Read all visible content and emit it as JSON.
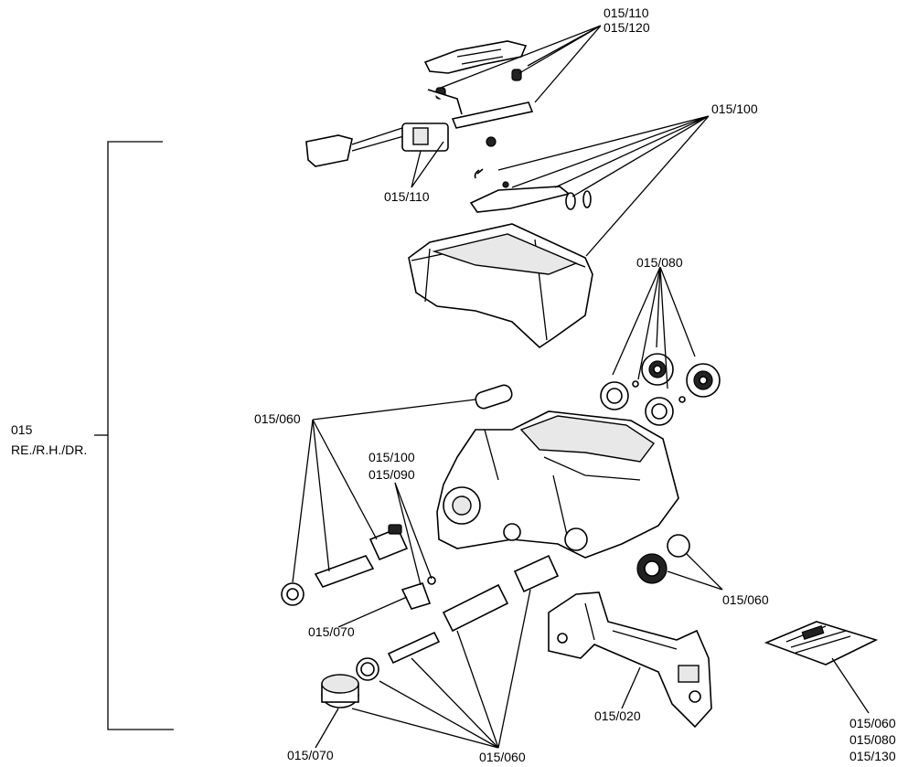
{
  "assembly": {
    "code": "015",
    "variant": "RE./R.H./DR."
  },
  "callouts": {
    "c_110_120_a": "015/110",
    "c_110_120_b": "015/120",
    "c_110": "015/110",
    "c_100_top": "015/100",
    "c_080": "015/080",
    "c_060_left": "015/060",
    "c_100_mid": "015/100",
    "c_090": "015/090",
    "c_070_mid": "015/070",
    "c_060_right": "015/060",
    "c_020": "015/020",
    "c_070_bottom": "015/070",
    "c_060_bottom": "015/060",
    "kit_a": "015/060",
    "kit_b": "015/080",
    "kit_c": "015/130"
  }
}
